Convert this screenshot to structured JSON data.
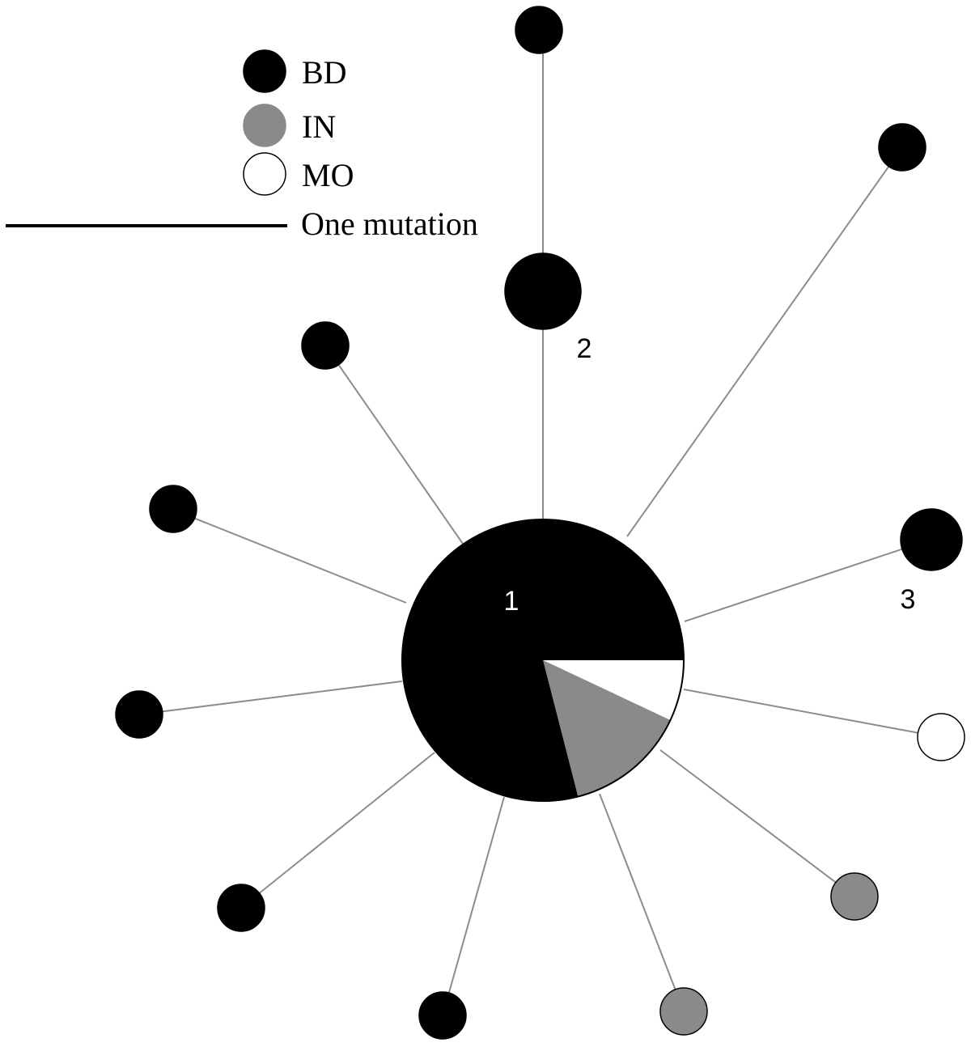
{
  "colors": {
    "BD": "#000000",
    "IN": "#8a8a8a",
    "MO": "#ffffff",
    "edge": "#8c8c8c"
  },
  "legend": {
    "items": [
      {
        "key": "BD",
        "label": "BD"
      },
      {
        "key": "IN",
        "label": "IN"
      },
      {
        "key": "MO",
        "label": "MO"
      }
    ],
    "scale_label": "One mutation"
  },
  "central_haplotype": {
    "label": "1",
    "composition": {
      "BD": 0.79,
      "IN": 0.14,
      "MO": 0.07
    }
  },
  "haplotypes": [
    {
      "id": "h2",
      "label": "2",
      "type": "BD"
    },
    {
      "id": "h3",
      "label": "3",
      "type": "BD"
    }
  ]
}
